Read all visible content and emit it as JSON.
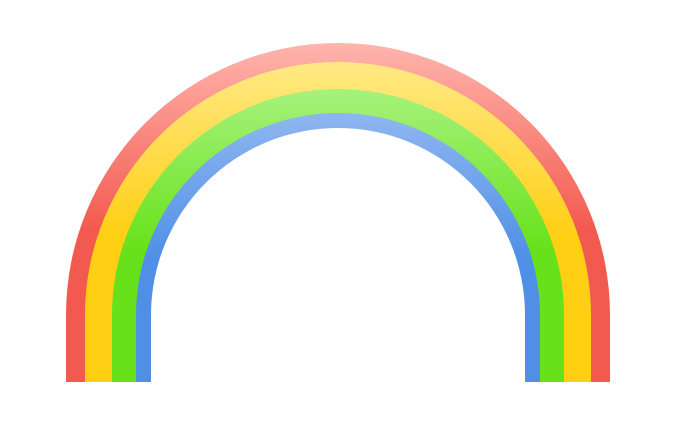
{
  "illustration": {
    "subject": "rainbow-icon",
    "bands": [
      {
        "name": "red",
        "color": "#f35a4f",
        "highlight": "#ffb5ad"
      },
      {
        "name": "yellow",
        "color": "#ffcf13",
        "highlight": "#ffe984"
      },
      {
        "name": "green",
        "color": "#67e21a",
        "highlight": "#a6f27c"
      },
      {
        "name": "blue",
        "color": "#4f8fe6",
        "highlight": "#8fb6f0"
      }
    ],
    "background": "#ffffff"
  }
}
